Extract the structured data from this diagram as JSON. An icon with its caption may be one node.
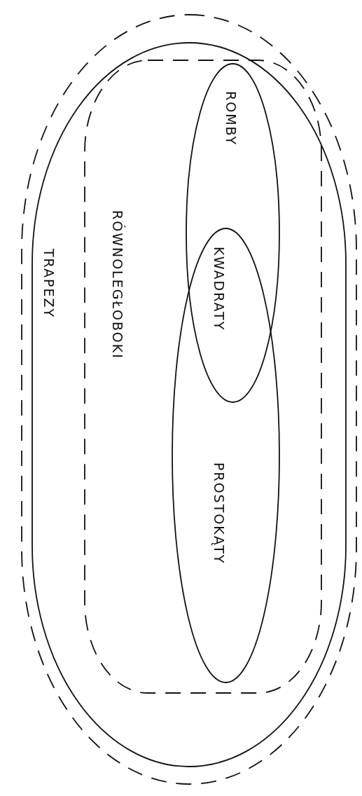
{
  "diagram": {
    "nodes": [
      {
        "text": [],
        "shape": "oval"
      },
      {
        "text": [
          "TRAPEZY"
        ],
        "in": 0
      },
      {
        "text": [
          "RÓWNOLEGŁOBOKI"
        ],
        "in": 1
      },
      {
        "text": [
          "ROMBY"
        ],
        "in": 2
      },
      {
        "text": [
          "PROSTOKĄTY"
        ],
        "in": 2
      }
    ],
    "edges": [],
    "labels": [
      "KWADRATY"
    ]
  }
}
